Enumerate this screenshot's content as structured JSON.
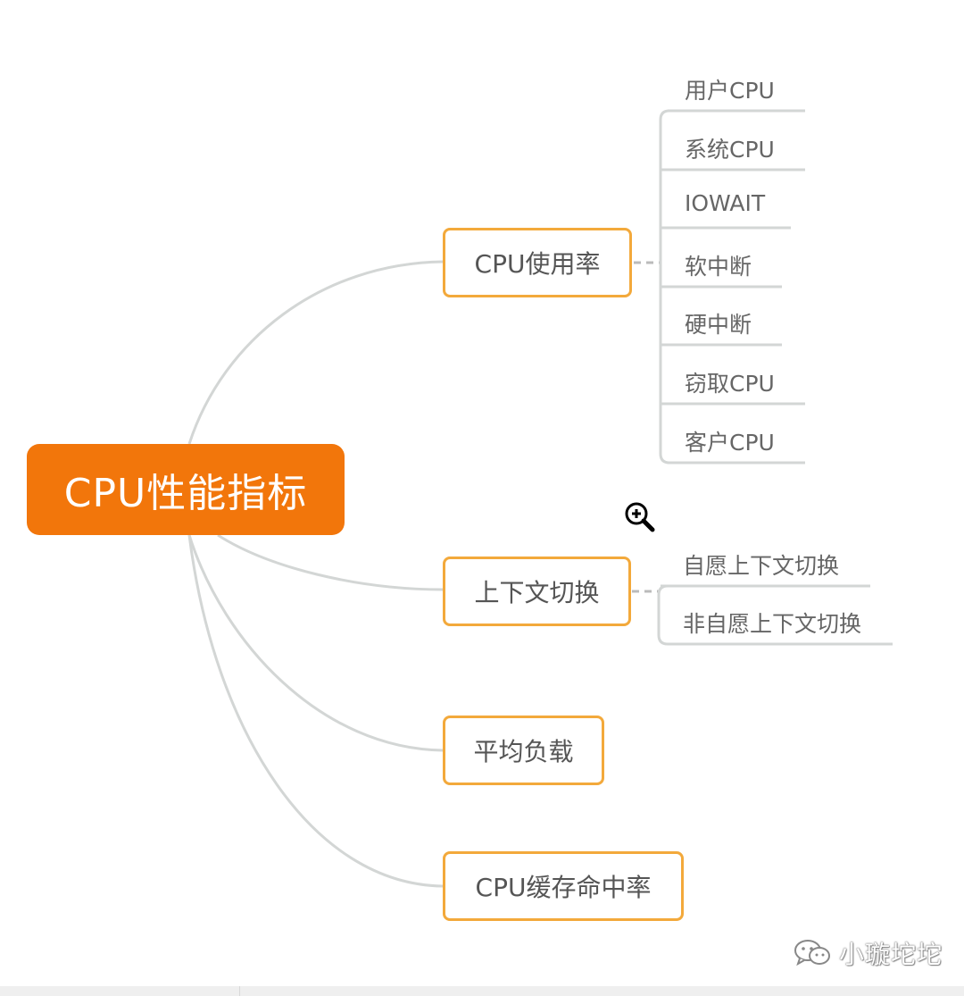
{
  "mindmap": {
    "root": {
      "label": "CPU性能指标"
    },
    "branches": [
      {
        "label": "CPU使用率",
        "children": [
          "用户CPU",
          "系统CPU",
          "IOWAIT",
          "软中断",
          "硬中断",
          "窃取CPU",
          "客户CPU"
        ]
      },
      {
        "label": "上下文切换",
        "children": [
          "自愿上下文切换",
          "非自愿上下文切换"
        ]
      },
      {
        "label": "平均负载",
        "children": []
      },
      {
        "label": "CPU缓存命中率",
        "children": []
      }
    ]
  },
  "watermark": {
    "text": "小璇坨坨",
    "icon": "wechat-icon"
  },
  "cursor": {
    "icon": "zoom-in-icon"
  },
  "colors": {
    "root_fill": "#f2760b",
    "branch_border": "#f3a93b",
    "connector": "#d3d6d5",
    "text": "#555555"
  }
}
